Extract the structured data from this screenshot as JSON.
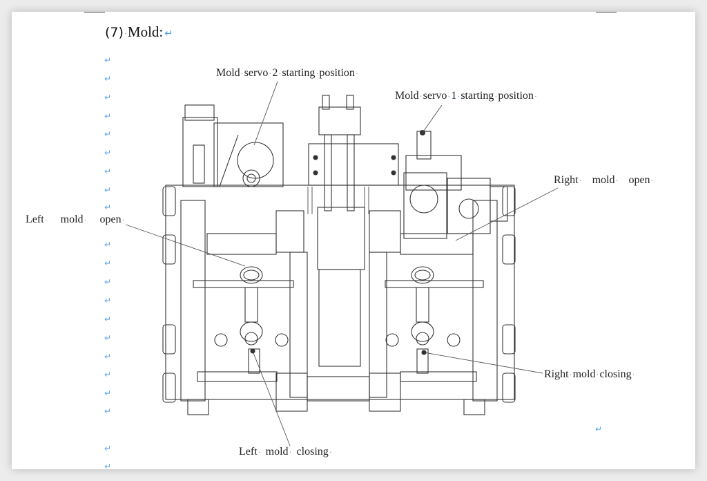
{
  "document": {
    "heading": {
      "number": "(7)",
      "title": "Mold:"
    },
    "paragraph_mark": "↵",
    "space_mark": "·",
    "figure": {
      "description": "Technical line drawing of a mold assembly (two-cavity blow mold with left and right mold halves, servo motors and central column)",
      "labels": {
        "servo2": [
          "Mold",
          "servo",
          "2",
          "starting",
          "position"
        ],
        "servo1": [
          "Mold",
          "servo",
          "1",
          "starting",
          "position"
        ],
        "right_open": [
          "Right",
          "mold",
          "open"
        ],
        "left_open": [
          "Left",
          "mold",
          "open"
        ],
        "right_closing": [
          "Right",
          "mold",
          "closing"
        ],
        "left_closing": [
          "Left",
          "mold",
          "closing"
        ]
      }
    }
  }
}
